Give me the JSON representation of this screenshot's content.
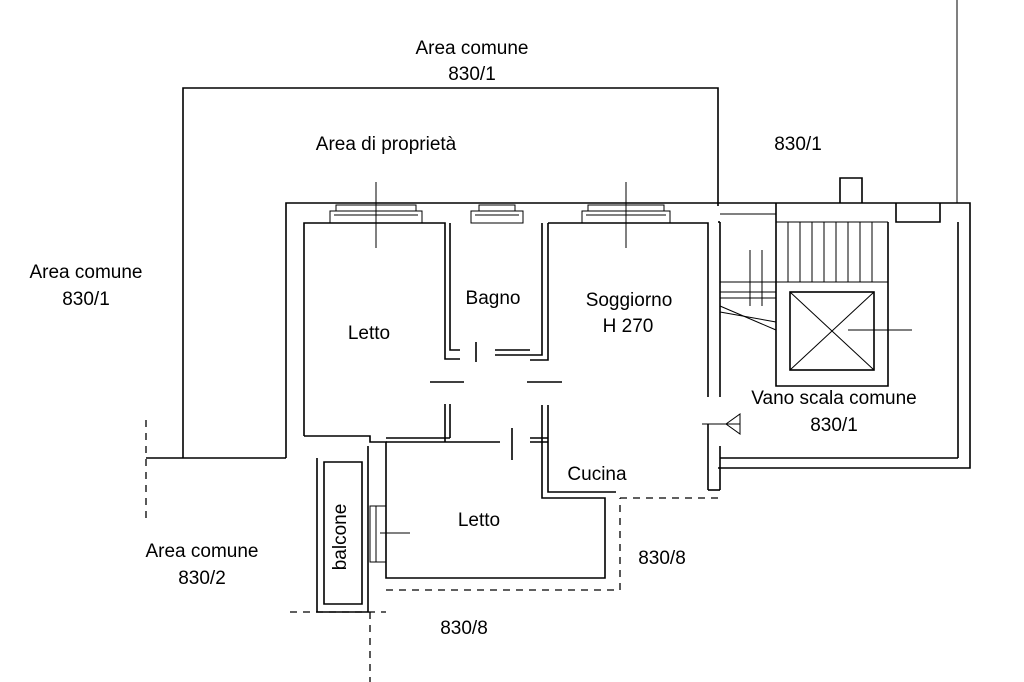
{
  "colors": {
    "line": "#000000",
    "background": "#ffffff"
  },
  "labels": {
    "area_comune_top": "Area comune",
    "area_comune_top_code": "830/1",
    "area_proprieta": "Area di proprietà",
    "code_830_1_right": "830/1",
    "area_comune_left": "Area comune",
    "area_comune_left_code": "830/1",
    "bagno": "Bagno",
    "letto_upper": "Letto",
    "soggiorno": "Soggiorno",
    "soggiorno_height": "H 270",
    "vano_scala": "Vano scala comune",
    "vano_scala_code": "830/1",
    "cucina": "Cucina",
    "letto_lower": "Letto",
    "balcone": "balcone",
    "area_comune_bottom": "Area comune",
    "area_comune_bottom_code": "830/2",
    "code_830_8_right": "830/8",
    "code_830_8_bottom": "830/8"
  }
}
